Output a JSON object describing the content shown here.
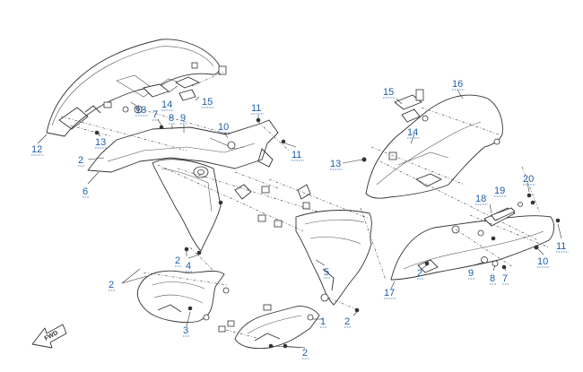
{
  "diagram": {
    "accent_color": "#1f5fa8",
    "line_color": "#333333",
    "direction_badge": {
      "icon": "forward-arrow-icon",
      "text": "FWD"
    },
    "callouts": [
      {
        "id": "c12",
        "text": "12"
      },
      {
        "id": "c13a",
        "text": "13"
      },
      {
        "id": "c14a",
        "text": "14"
      },
      {
        "id": "c15a",
        "text": "15"
      },
      {
        "id": "c7a",
        "text": "7"
      },
      {
        "id": "c8a",
        "text": "8"
      },
      {
        "id": "c9a",
        "text": "9"
      },
      {
        "id": "c13b",
        "text": "13"
      },
      {
        "id": "c2a",
        "text": "2"
      },
      {
        "id": "c6",
        "text": "6"
      },
      {
        "id": "c11a",
        "text": "11"
      },
      {
        "id": "c10a",
        "text": "10"
      },
      {
        "id": "c11b",
        "text": "11"
      },
      {
        "id": "c15b",
        "text": "15"
      },
      {
        "id": "c16",
        "text": "16"
      },
      {
        "id": "c14b",
        "text": "14"
      },
      {
        "id": "c13c",
        "text": "13"
      },
      {
        "id": "c20",
        "text": "20"
      },
      {
        "id": "c18",
        "text": "18"
      },
      {
        "id": "c19",
        "text": "19"
      },
      {
        "id": "c11c",
        "text": "11"
      },
      {
        "id": "c10b",
        "text": "10"
      },
      {
        "id": "c2b",
        "text": "2"
      },
      {
        "id": "c4",
        "text": "4"
      },
      {
        "id": "c2c",
        "text": "2"
      },
      {
        "id": "c5",
        "text": "5"
      },
      {
        "id": "c2d",
        "text": "2"
      },
      {
        "id": "c9b",
        "text": "9"
      },
      {
        "id": "c8b",
        "text": "8"
      },
      {
        "id": "c7b",
        "text": "7"
      },
      {
        "id": "c17",
        "text": "17"
      },
      {
        "id": "c3",
        "text": "3"
      },
      {
        "id": "c1",
        "text": "1"
      },
      {
        "id": "c2e",
        "text": "2"
      },
      {
        "id": "c2f",
        "text": "2"
      }
    ]
  }
}
